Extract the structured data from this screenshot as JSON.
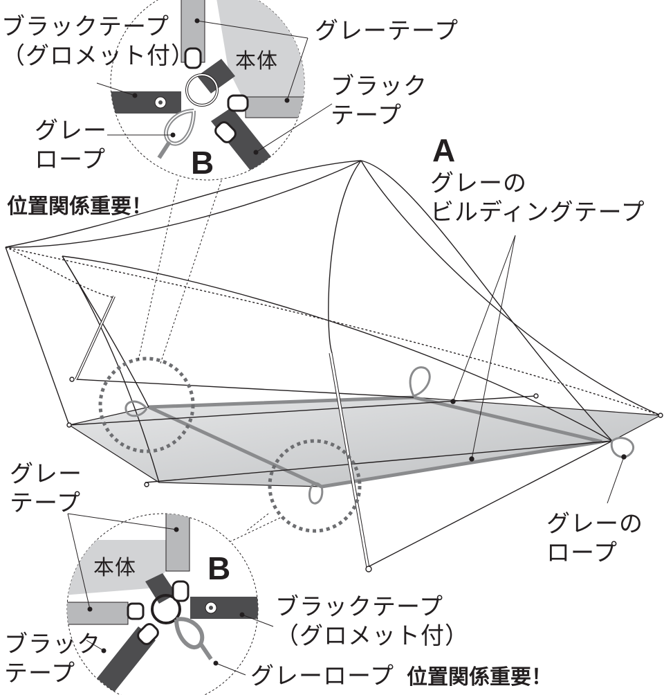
{
  "labels": {
    "black_tape_grommet_top": [
      "ブラックテープ",
      "（グロメット付）"
    ],
    "gray_tape_top": "グレーテープ",
    "honntai_top": "本体",
    "black_tape_top": [
      "ブラック",
      "テープ"
    ],
    "gray_rope_top": [
      "グレー",
      "ロープ"
    ],
    "b_top": "B",
    "important_top": "位置関係重要！",
    "a_label": "A",
    "gray_building_tape": [
      "グレーの",
      "ビルディングテープ"
    ],
    "gray_tape_bottom": [
      "グレー",
      "テープ"
    ],
    "honntai_bottom": "本体",
    "b_bottom": "B",
    "black_tape_grommet_bottom": [
      "ブラックテープ",
      "（グロメット付）"
    ],
    "black_tape_bottom": [
      "ブラック",
      "テープ"
    ],
    "gray_rope_bottom": "グレーロープ",
    "important_bottom": "位置関係重要！",
    "gray_rope_right": [
      "グレーの",
      "ロープ"
    ]
  },
  "colors": {
    "black_tape": "#4d4d4f",
    "gray_tape": "#b8b9bb",
    "body_fill": "#d2d3d5",
    "floor_fill": "#dcdddf",
    "line": "#231f20",
    "dotted_circle": "#6d6e71"
  }
}
